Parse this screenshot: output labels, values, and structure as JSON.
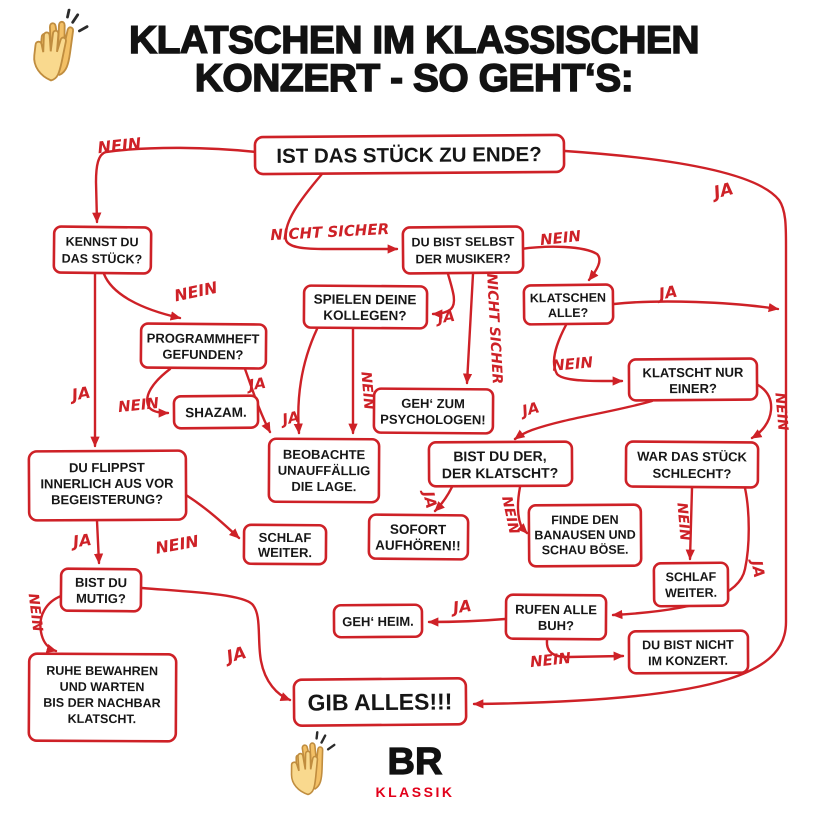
{
  "header": {
    "icon": "clapping-hands-emoji",
    "title_line1": "KLATSCHEN IM KLASSISCHEN",
    "title_line2": "KONZERT - SO GEHT‘S:"
  },
  "footer": {
    "icon": "clapping-hands-emoji",
    "logo": "BR",
    "logo_sub": "KLASSIK"
  },
  "colors": {
    "flowchart_red": "#ce2127",
    "text_black": "#161616",
    "brand_red": "#e2001a"
  },
  "nodes": {
    "start": {
      "lines": [
        "IST DAS STÜCK ZU ENDE?"
      ]
    },
    "kennst": {
      "lines": [
        "KENNST DU",
        "DAS STÜCK?"
      ]
    },
    "musiker": {
      "lines": [
        "DU BIST SELBST",
        "DER MUSIKER?"
      ]
    },
    "kollegen": {
      "lines": [
        "SPIELEN DEINE",
        "KOLLEGEN?"
      ]
    },
    "klatschen_alle": {
      "lines": [
        "KLATSCHEN",
        "ALLE?"
      ]
    },
    "programmheft": {
      "lines": [
        "PROGRAMMHEFT",
        "GEFUNDEN?"
      ]
    },
    "klatscht_einer": {
      "lines": [
        "KLATSCHT NUR",
        "EINER?"
      ]
    },
    "psychologe": {
      "lines": [
        "GEH‘ ZUM",
        "PSYCHOLOGEN!"
      ]
    },
    "shazam": {
      "lines": [
        "SHAZAM."
      ]
    },
    "beobachte": {
      "lines": [
        "BEOBACHTE",
        "UNAUFFÄLLIG",
        "DIE LAGE."
      ]
    },
    "bist_du_der": {
      "lines": [
        "BIST DU DER,",
        "DER KLATSCHT?"
      ]
    },
    "war_schlecht": {
      "lines": [
        "WAR DAS STÜCK",
        "SCHLECHT?"
      ]
    },
    "flippst": {
      "lines": [
        "DU FLIPPST",
        "INNERLICH AUS VOR",
        "BEGEISTERUNG?"
      ]
    },
    "sofort": {
      "lines": [
        "SOFORT",
        "AUFHÖREN!!"
      ]
    },
    "banause": {
      "lines": [
        "FINDE DEN",
        "BANAUSEN UND",
        "SCHAU BÖSE."
      ]
    },
    "schlaf1": {
      "lines": [
        "SCHLAF",
        "WEITER."
      ]
    },
    "schlaf2": {
      "lines": [
        "SCHLAF",
        "WEITER."
      ]
    },
    "mutig": {
      "lines": [
        "BIST DU",
        "MUTIG?"
      ]
    },
    "geh_heim": {
      "lines": [
        "GEH‘ HEIM."
      ]
    },
    "rufen_buh": {
      "lines": [
        "RUFEN ALLE",
        "BUH?"
      ]
    },
    "nicht_konzert": {
      "lines": [
        "DU BIST NICHT",
        "IM KONZERT."
      ]
    },
    "ruhe": {
      "lines": [
        "RUHE BEWAHREN",
        "UND WARTEN",
        "BIS DER NACHBAR",
        "KLATSCHT."
      ]
    },
    "gib_alles": {
      "lines": [
        "GIB ALLES!!!"
      ]
    }
  },
  "edges": [
    {
      "from": "start",
      "to": "kennst",
      "label": "NEIN"
    },
    {
      "from": "start",
      "to": "musiker",
      "label": "NICHT SICHER"
    },
    {
      "from": "start",
      "to": "gib_alles",
      "label": "JA"
    },
    {
      "from": "kennst",
      "to": "programmheft",
      "label": "NEIN"
    },
    {
      "from": "kennst",
      "to": "flippst",
      "label": "JA"
    },
    {
      "from": "programmheft",
      "to": "shazam",
      "label": "NEIN"
    },
    {
      "from": "programmheft",
      "to": "beobachte",
      "label": "JA"
    },
    {
      "from": "musiker",
      "to": "kollegen",
      "label": "JA"
    },
    {
      "from": "musiker",
      "to": "klatschen_alle",
      "label": "NEIN"
    },
    {
      "from": "musiker",
      "to": "psychologe",
      "label": "NICHT SICHER"
    },
    {
      "from": "kollegen",
      "to": "beobachte",
      "label": "JA"
    },
    {
      "from": "kollegen",
      "to": "beobachte",
      "label": "NEIN"
    },
    {
      "from": "klatschen_alle",
      "to": "gib_alles",
      "label": "JA"
    },
    {
      "from": "klatschen_alle",
      "to": "klatscht_einer",
      "label": "NEIN"
    },
    {
      "from": "klatscht_einer",
      "to": "bist_du_der",
      "label": "JA"
    },
    {
      "from": "klatscht_einer",
      "to": "war_schlecht",
      "label": "NEIN"
    },
    {
      "from": "bist_du_der",
      "to": "sofort",
      "label": "JA"
    },
    {
      "from": "bist_du_der",
      "to": "banause",
      "label": "NEIN"
    },
    {
      "from": "war_schlecht",
      "to": "schlaf2",
      "label": "NEIN"
    },
    {
      "from": "war_schlecht",
      "to": "rufen_buh",
      "label": "JA"
    },
    {
      "from": "rufen_buh",
      "to": "geh_heim",
      "label": "JA"
    },
    {
      "from": "rufen_buh",
      "to": "nicht_konzert",
      "label": "NEIN"
    },
    {
      "from": "flippst",
      "to": "mutig",
      "label": "JA"
    },
    {
      "from": "flippst",
      "to": "schlaf1",
      "label": "NEIN"
    },
    {
      "from": "mutig",
      "to": "ruhe",
      "label": "NEIN"
    },
    {
      "from": "mutig",
      "to": "gib_alles",
      "label": "JA"
    }
  ]
}
